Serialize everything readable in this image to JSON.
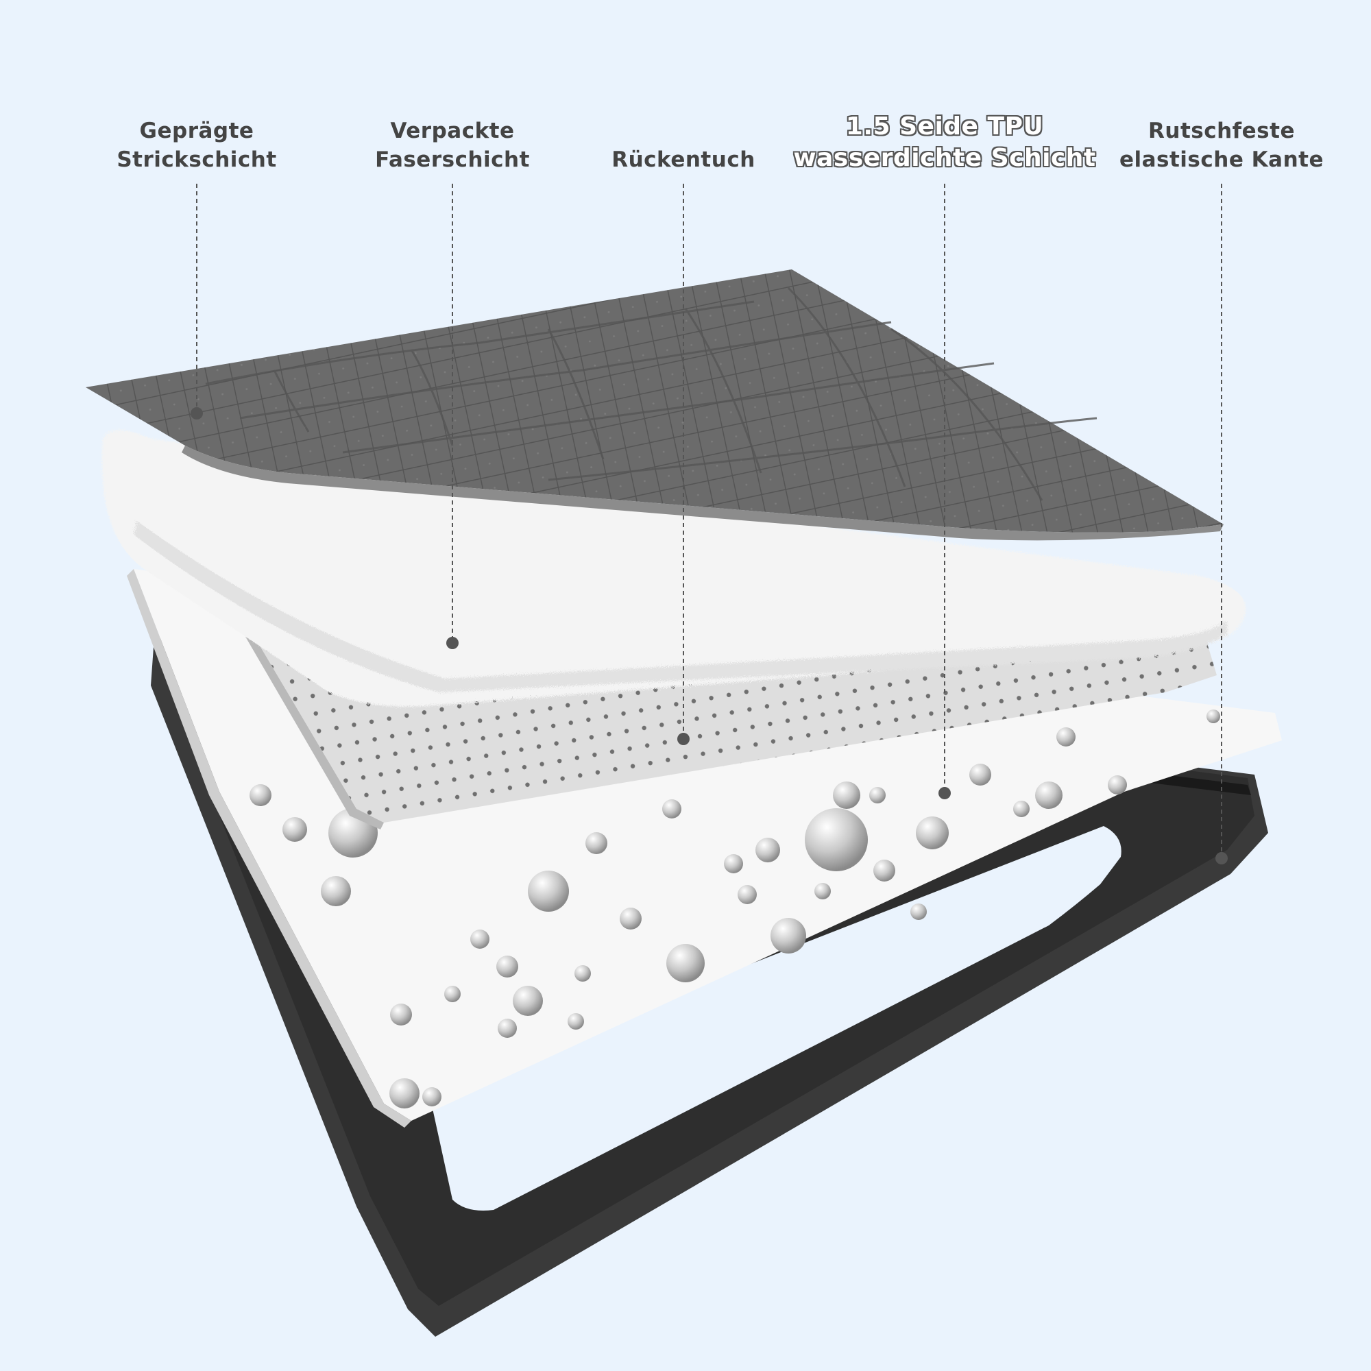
{
  "colors": {
    "background": "#eaf3fd",
    "label_text": "#444444",
    "knit_layer": "#6b6b6b",
    "fiber_layer": "#f4f4f4",
    "backing_layer": "#dcdcdc",
    "tpu_layer": "#f7f7f7",
    "edge_frame": "#2a2a2a"
  },
  "labels": [
    {
      "id": "knit",
      "lines": [
        "Geprägte",
        "Strickschicht"
      ],
      "style": "plain"
    },
    {
      "id": "fiber",
      "lines": [
        "Verpackte",
        "Faserschicht"
      ],
      "style": "plain"
    },
    {
      "id": "backing",
      "lines": [
        "Rückentuch"
      ],
      "style": "plain"
    },
    {
      "id": "tpu",
      "lines": [
        "1.5 Seide TPU",
        "wasserdichte Schicht"
      ],
      "style": "outlined"
    },
    {
      "id": "edge",
      "lines": [
        "Rutschfeste",
        "elastische Kante"
      ],
      "style": "plain"
    }
  ]
}
